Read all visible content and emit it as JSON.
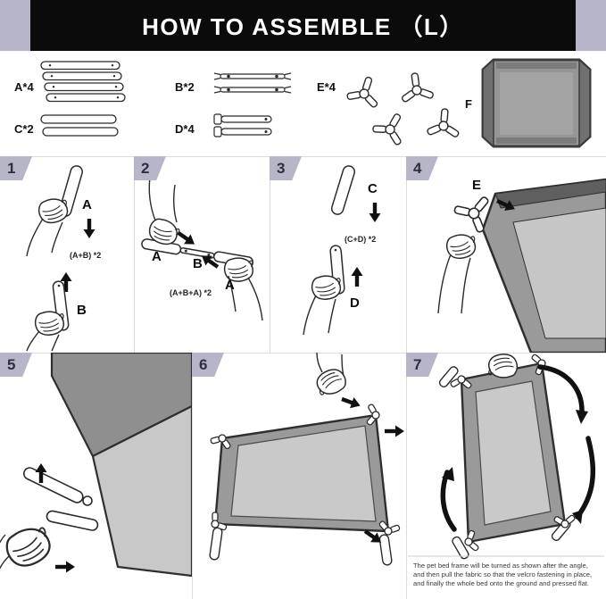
{
  "header": {
    "title": "HOW TO ASSEMBLE （L）"
  },
  "parts": {
    "a_label": "A*4",
    "c_label": "C*2",
    "b_label": "B*2",
    "d_label": "D*4",
    "e_label": "E*4",
    "f_label": "F"
  },
  "steps": {
    "s1": {
      "num": "1",
      "a": "A",
      "b": "B",
      "formula": "(A+B) *2"
    },
    "s2": {
      "num": "2",
      "a1": "A",
      "b": "B",
      "a2": "A",
      "formula": "(A+B+A) *2"
    },
    "s3": {
      "num": "3",
      "c": "C",
      "d": "D",
      "formula": "(C+D) *2"
    },
    "s4": {
      "num": "4",
      "e": "E"
    },
    "s5": {
      "num": "5"
    },
    "s6": {
      "num": "6"
    },
    "s7": {
      "num": "7",
      "note_line1": "The pet bed frame will be turned as shown after the angle,",
      "note_line2": "and then pull the fabric so that the velcro fastening in place,",
      "note_line3": "and finally the whole bed onto the ground and pressed flat."
    }
  },
  "colors": {
    "accent": "#b6b6c8",
    "header_bg": "#0b0b0b",
    "line_art": "#2b2b2b",
    "fabric_dark": "#8f8f8f",
    "fabric_light": "#c8c8c8"
  }
}
